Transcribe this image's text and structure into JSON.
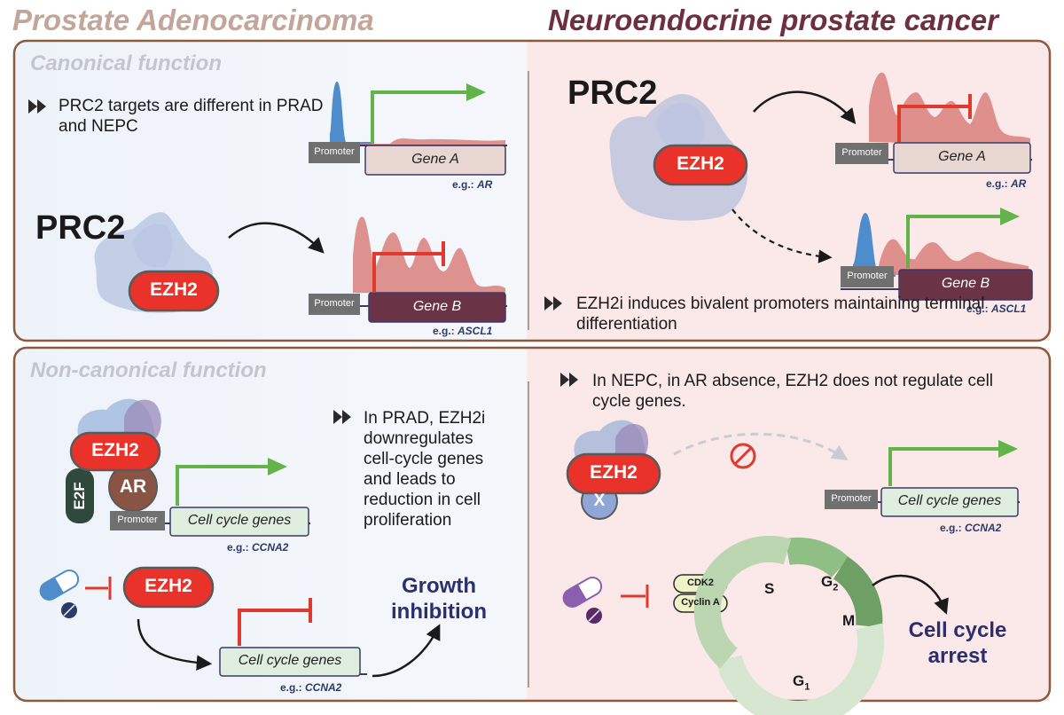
{
  "headers": {
    "left": "Prostate Adenocarcinoma",
    "right": "Neuroendocrine prostate cancer"
  },
  "canonical": {
    "title": "Canonical function",
    "left": {
      "bullet": "PRC2 targets are different in PRAD and NEPC",
      "complex": "PRC2",
      "ezh2": "EZH2",
      "gene_a": {
        "promoter": "Promoter",
        "gene": "Gene A",
        "eg_prefix": "e.g.:",
        "eg_gene": "AR"
      },
      "gene_b": {
        "promoter": "Promoter",
        "gene": "Gene B",
        "eg_prefix": "e.g.:",
        "eg_gene": "ASCL1"
      }
    },
    "right": {
      "complex": "PRC2",
      "ezh2": "EZH2",
      "gene_a": {
        "promoter": "Promoter",
        "gene": "Gene A",
        "eg_prefix": "e.g.:",
        "eg_gene": "AR"
      },
      "gene_b": {
        "promoter": "Promoter",
        "gene": "Gene B",
        "eg_prefix": "e.g.:",
        "eg_gene": "ASCL1"
      },
      "bullet": "EZH2i induces bivalent promoters maintaining terminal differentiation"
    }
  },
  "noncanonical": {
    "title": "Non-canonical function",
    "left": {
      "ezh2": "EZH2",
      "ar": "AR",
      "e2f": "E2F",
      "promoter": "Promoter",
      "gene": "Cell cycle genes",
      "eg_prefix": "e.g.:",
      "eg_gene": "CCNA2",
      "bullet": "In PRAD, EZH2i downregulates cell-cycle genes and leads to reduction in cell proliferation",
      "inhibitor_ezh2": "EZH2",
      "gene2": "Cell cycle genes",
      "eg2_prefix": "e.g.:",
      "eg2_gene": "CCNA2",
      "outcome": "Growth inhibition"
    },
    "right": {
      "bullet": "In NEPC, in AR absence, EZH2 does not regulate cell cycle genes.",
      "ezh2": "EZH2",
      "x": "X",
      "promoter": "Promoter",
      "gene": "Cell cycle genes",
      "eg_prefix": "e.g.:",
      "eg_gene": "CCNA2",
      "cdk2": "CDK2",
      "cyclin": "Cyclin A",
      "phases": {
        "s": "S",
        "g2": "G",
        "g2_sub": "2",
        "m": "M",
        "g1": "G",
        "g1_sub": "1"
      },
      "outcome": "Cell cycle arrest"
    }
  },
  "colors": {
    "prad_bg": "#eef3fa",
    "nepc_bg": "#fbe9ea",
    "frame": "#8a5a3c",
    "ezh2_red": "#e8322a",
    "green_arrow": "#62b34a",
    "red_block": "#e03a2e",
    "peak_red": "#d9807b",
    "peak_blue": "#4f8ccc",
    "gene_light": "#e8d6d0",
    "gene_dark": "#6a3346",
    "gene_green": "#dfeede",
    "promoter_grey": "#707070",
    "navy_text": "#2c2f6e"
  }
}
